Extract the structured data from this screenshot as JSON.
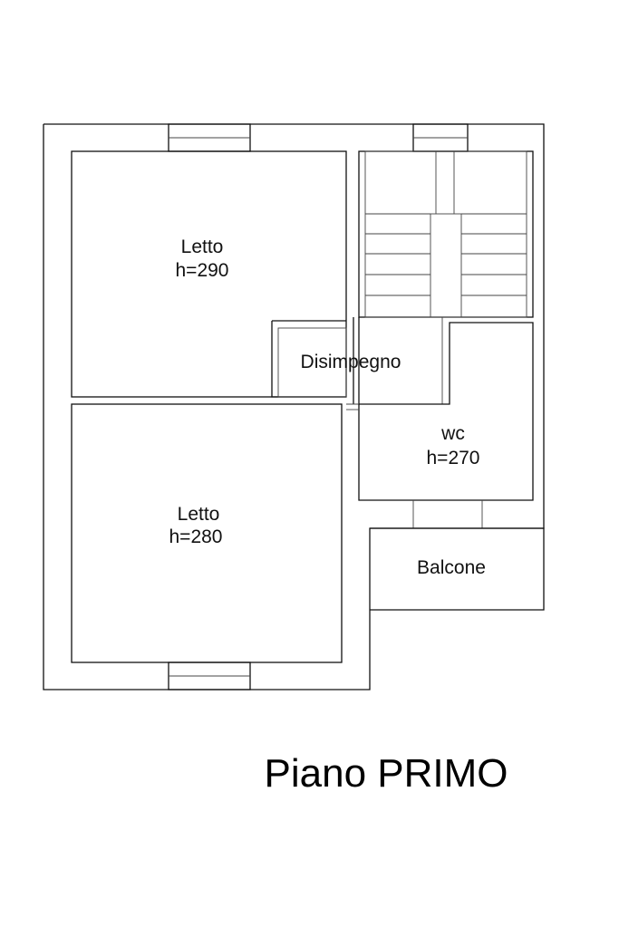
{
  "rooms": {
    "bedroom_top": {
      "name": "Letto",
      "height": "h=290"
    },
    "hallway": {
      "name": "Disimpegno"
    },
    "wc": {
      "name": "wc",
      "height": "h=270"
    },
    "bedroom_bottom": {
      "name": "Letto",
      "height": "h=280"
    },
    "balcony": {
      "name": "Balcone"
    }
  },
  "title": "Piano PRIMO",
  "colors": {
    "line": "#111111",
    "background": "#ffffff"
  }
}
